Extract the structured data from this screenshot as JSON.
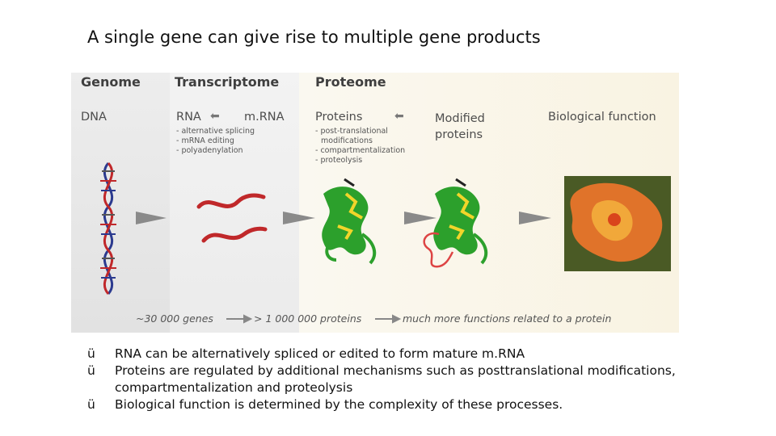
{
  "title": "A single gene can give rise to multiple gene products",
  "figure": {
    "headers": {
      "genome": "Genome",
      "transcriptome": "Transcriptome",
      "proteome": "Proteome"
    },
    "dna": "DNA",
    "rna": "RNA",
    "mrna": "m.RNA",
    "transcript_notes": [
      "- alternative splicing",
      "- mRNA editing",
      "- polyadenylation"
    ],
    "proteins": "Proteins",
    "protein_notes": [
      "- post-translational",
      "  modifications",
      "- compartmentalization",
      "- proteolysis"
    ],
    "modified_proteins": [
      "Modified",
      "proteins"
    ],
    "biological_function": "Biological function",
    "bottom": {
      "genes": "~30 000 genes",
      "proteins": "> 1 000 000 proteins",
      "functions": "much more functions related to a protein"
    }
  },
  "bullets": [
    {
      "check": "ü",
      "text": "RNA can be alternatively spliced or edited to form mature m.RNA"
    },
    {
      "check": "ü",
      "text": "Proteins are regulated by additional mechanisms such as posttranslational modifications, compartmentalization and proteolysis"
    },
    {
      "check": "ü",
      "text": "Biological function is determined by the complexity of these processes."
    }
  ]
}
